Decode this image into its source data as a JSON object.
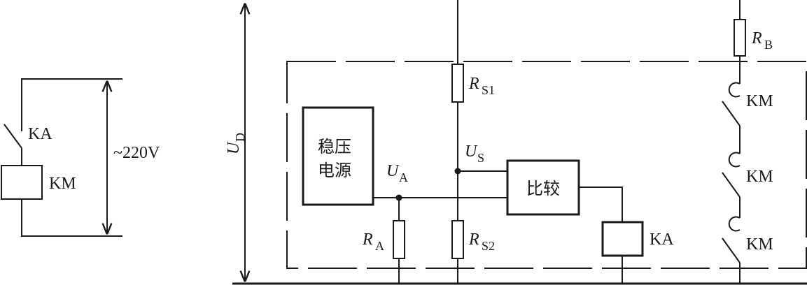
{
  "left_circuit": {
    "switch_label": "KA",
    "coil_label": "KM",
    "supply_label": "~220V"
  },
  "main_circuit": {
    "voltage_symbol": "U",
    "voltage_sub": "D",
    "regulator_line1": "稳压",
    "regulator_line2": "电源",
    "comparator_label": "比较",
    "relay_label": "KA",
    "rb_symbol": "R",
    "rb_sub": "B",
    "rs1_symbol": "R",
    "rs1_sub": "S1",
    "rs2_symbol": "R",
    "rs2_sub": "S2",
    "ra_symbol": "R",
    "ra_sub": "A",
    "ua_symbol": "U",
    "ua_sub": "A",
    "us_symbol": "U",
    "us_sub": "S",
    "contact_labels": [
      "KM",
      "KM",
      "KM"
    ]
  }
}
